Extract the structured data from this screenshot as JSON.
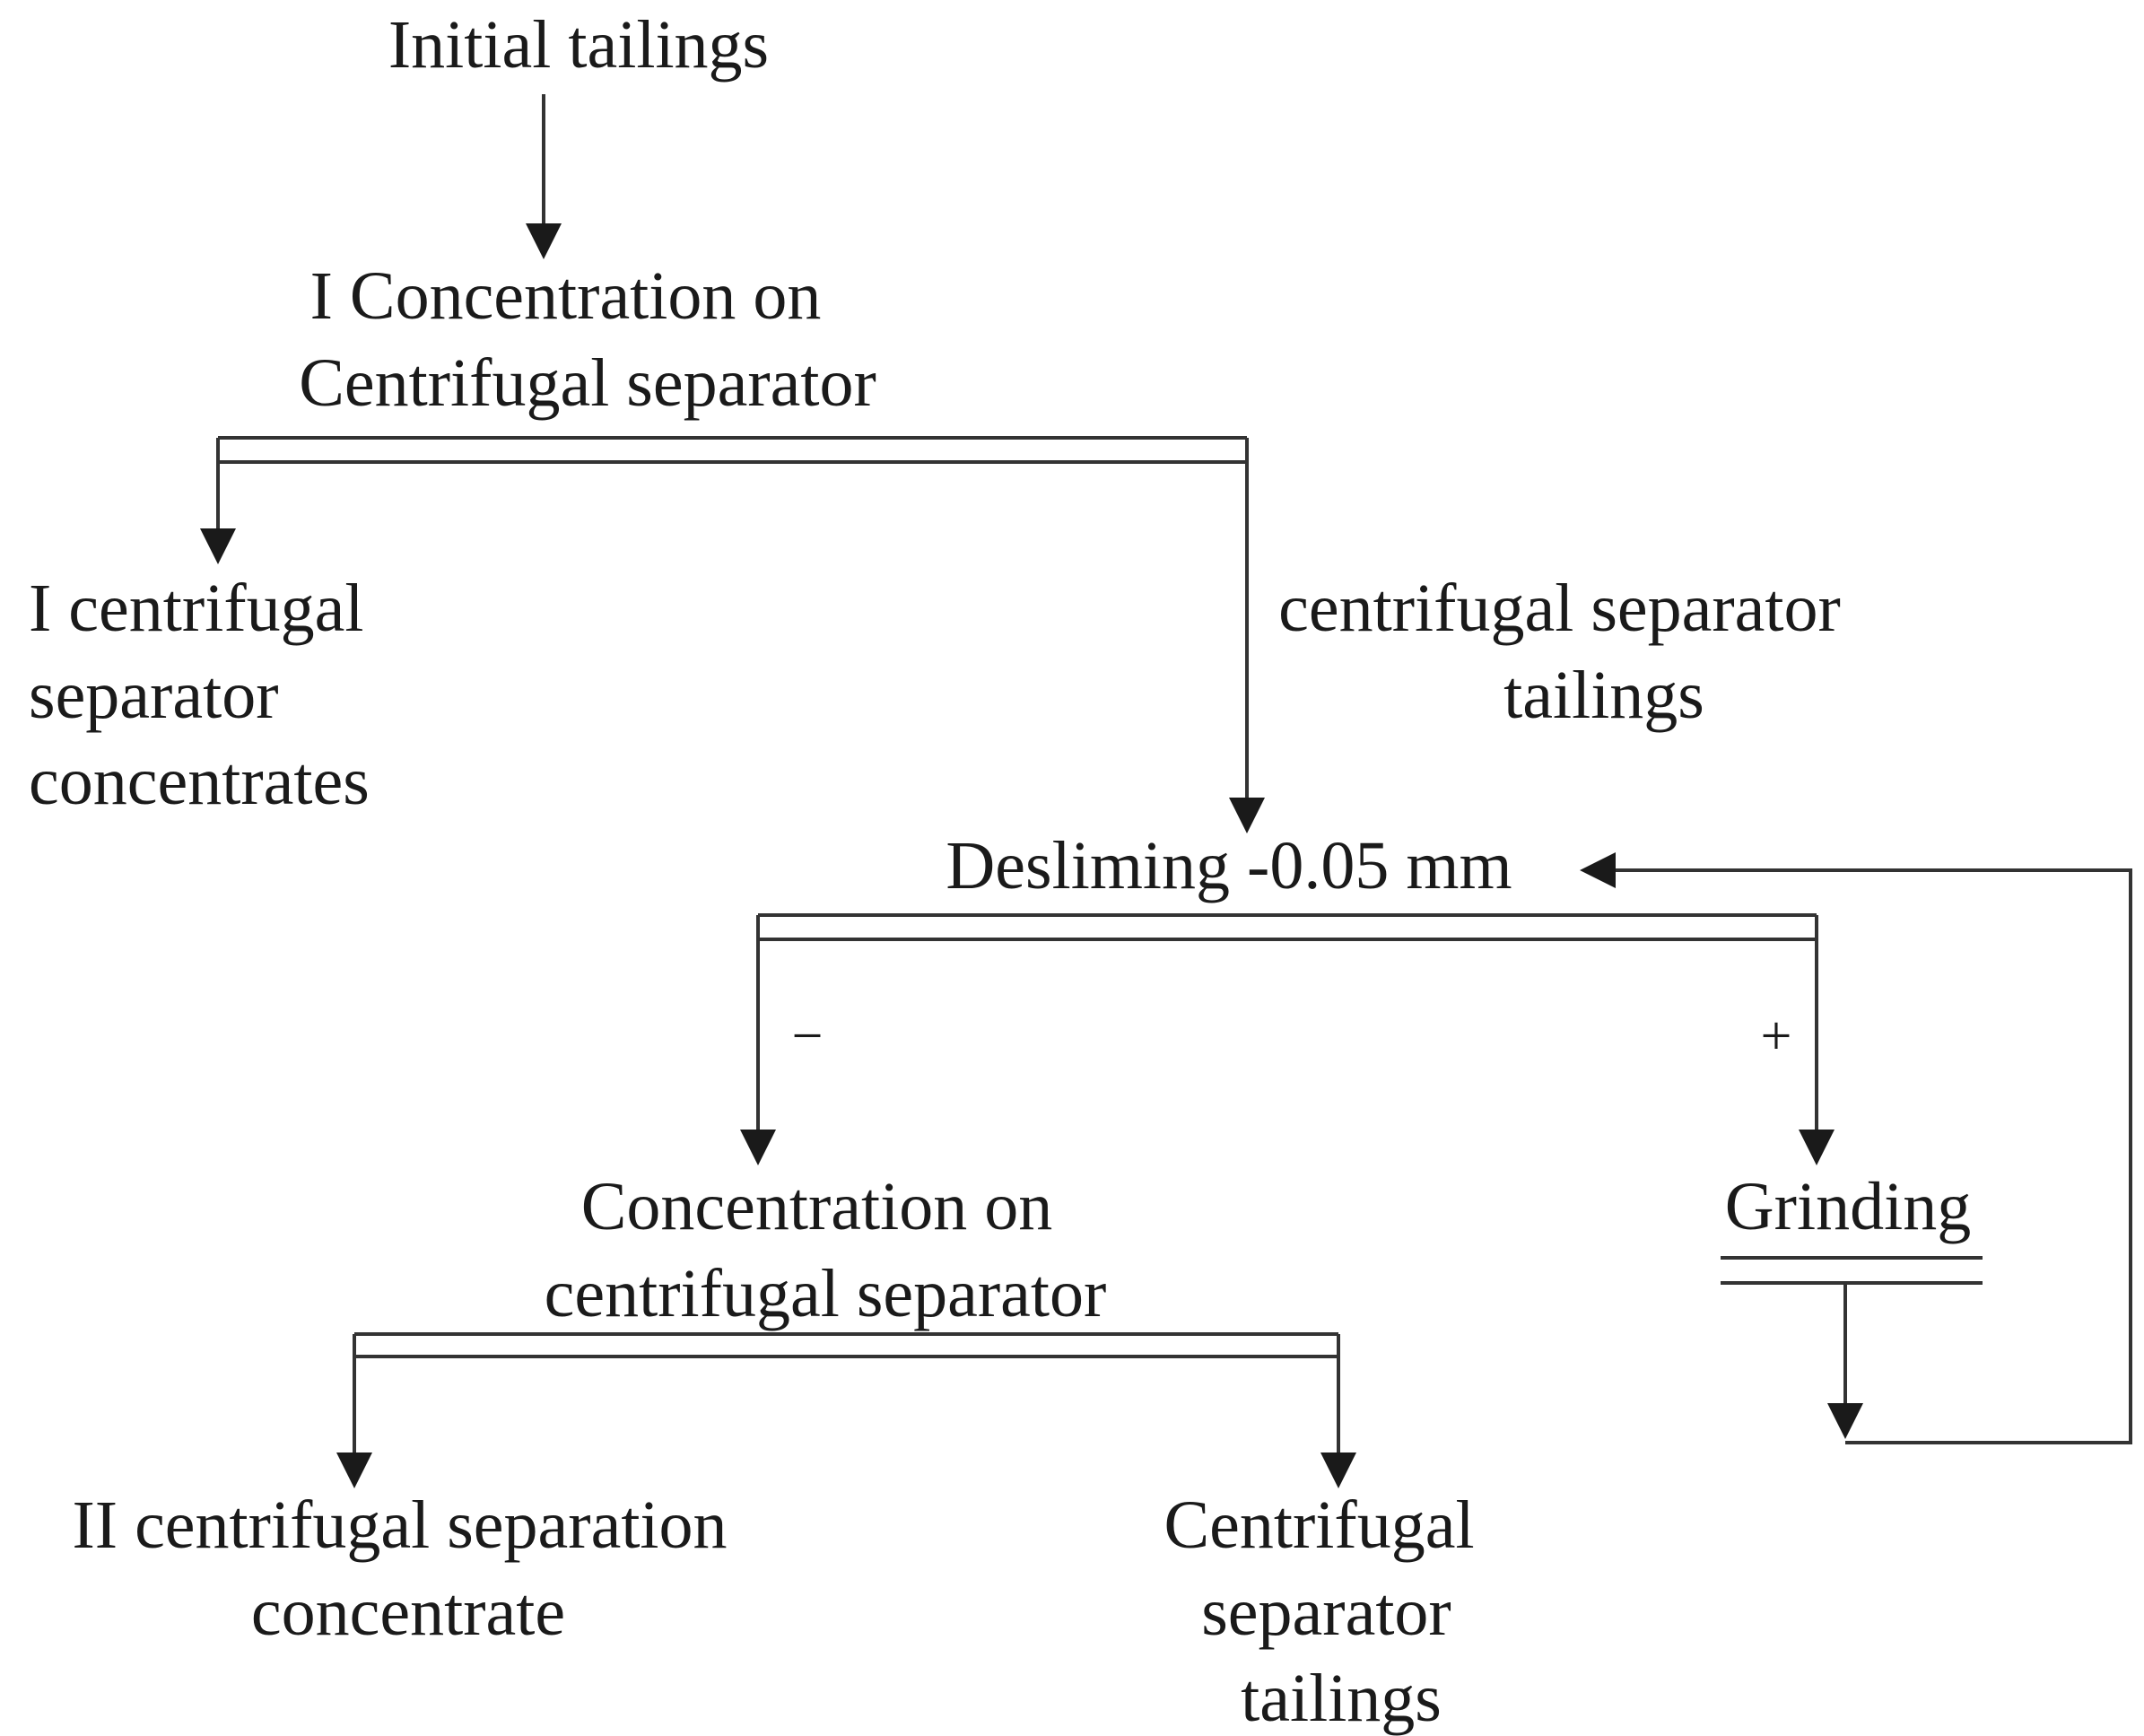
{
  "nodes": {
    "initial": {
      "lines": [
        "Initial tailings"
      ]
    },
    "conc1": {
      "lines": [
        "I Concentration on",
        "Centrifugal separator"
      ]
    },
    "conc1_product": {
      "lines": [
        "I centrifugal",
        "separator",
        "concentrates"
      ]
    },
    "conc1_tailings": {
      "lines": [
        "centrifugal separator",
        "tailings"
      ]
    },
    "desliming": {
      "lines": [
        "Desliming -0.05 mm"
      ]
    },
    "conc2": {
      "lines": [
        "Concentration on",
        "centrifugal separator"
      ]
    },
    "grinding": {
      "lines": [
        "Grinding"
      ]
    },
    "conc2_product": {
      "lines": [
        "II centrifugal separation",
        "concentrate"
      ]
    },
    "conc2_tailings": {
      "lines": [
        "Centrifugal",
        "separator",
        "tailings"
      ]
    }
  },
  "branch_signs": {
    "minus": "−",
    "plus": "+"
  }
}
